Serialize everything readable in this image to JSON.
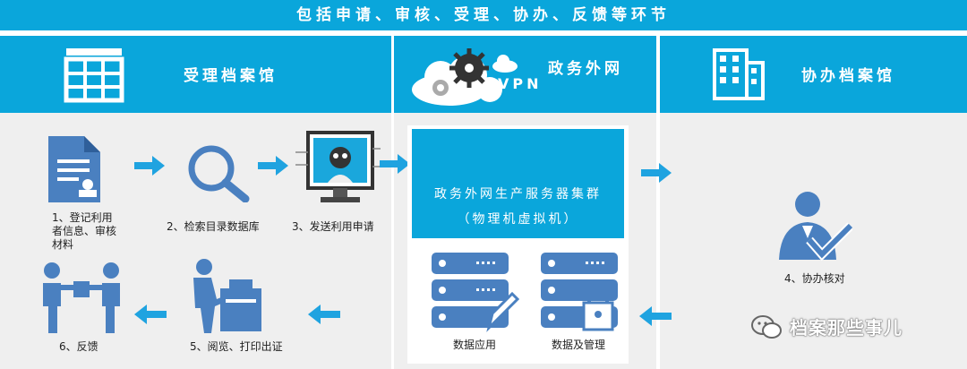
{
  "banner": "包括申请、审核、受理、协办、反馈等环节",
  "left": {
    "title": "受理档案馆"
  },
  "middle": {
    "title": "政务外网",
    "vpn": "VPN"
  },
  "right": {
    "title": "协办档案馆"
  },
  "steps": {
    "s1_line1": "1、登记利用",
    "s1_line2": "者信息、审核",
    "s1_line3": "材料",
    "s2": "2、检索目录数据库",
    "s3": "3、发送利用申请",
    "s4": "4、协办核对",
    "s5": "5、阅览、打印出证",
    "s6": "6、反馈"
  },
  "cluster": {
    "line1": "政务外网生产服务器集群",
    "line2": "（物理机虚拟机）"
  },
  "servers": {
    "app": "数据应用",
    "mgmt": "数据及管理"
  },
  "watermark": "档案那些事儿",
  "colors": {
    "accent": "#0aa6db",
    "icon": "#4a80c0",
    "arrow": "#1fa3e0"
  }
}
